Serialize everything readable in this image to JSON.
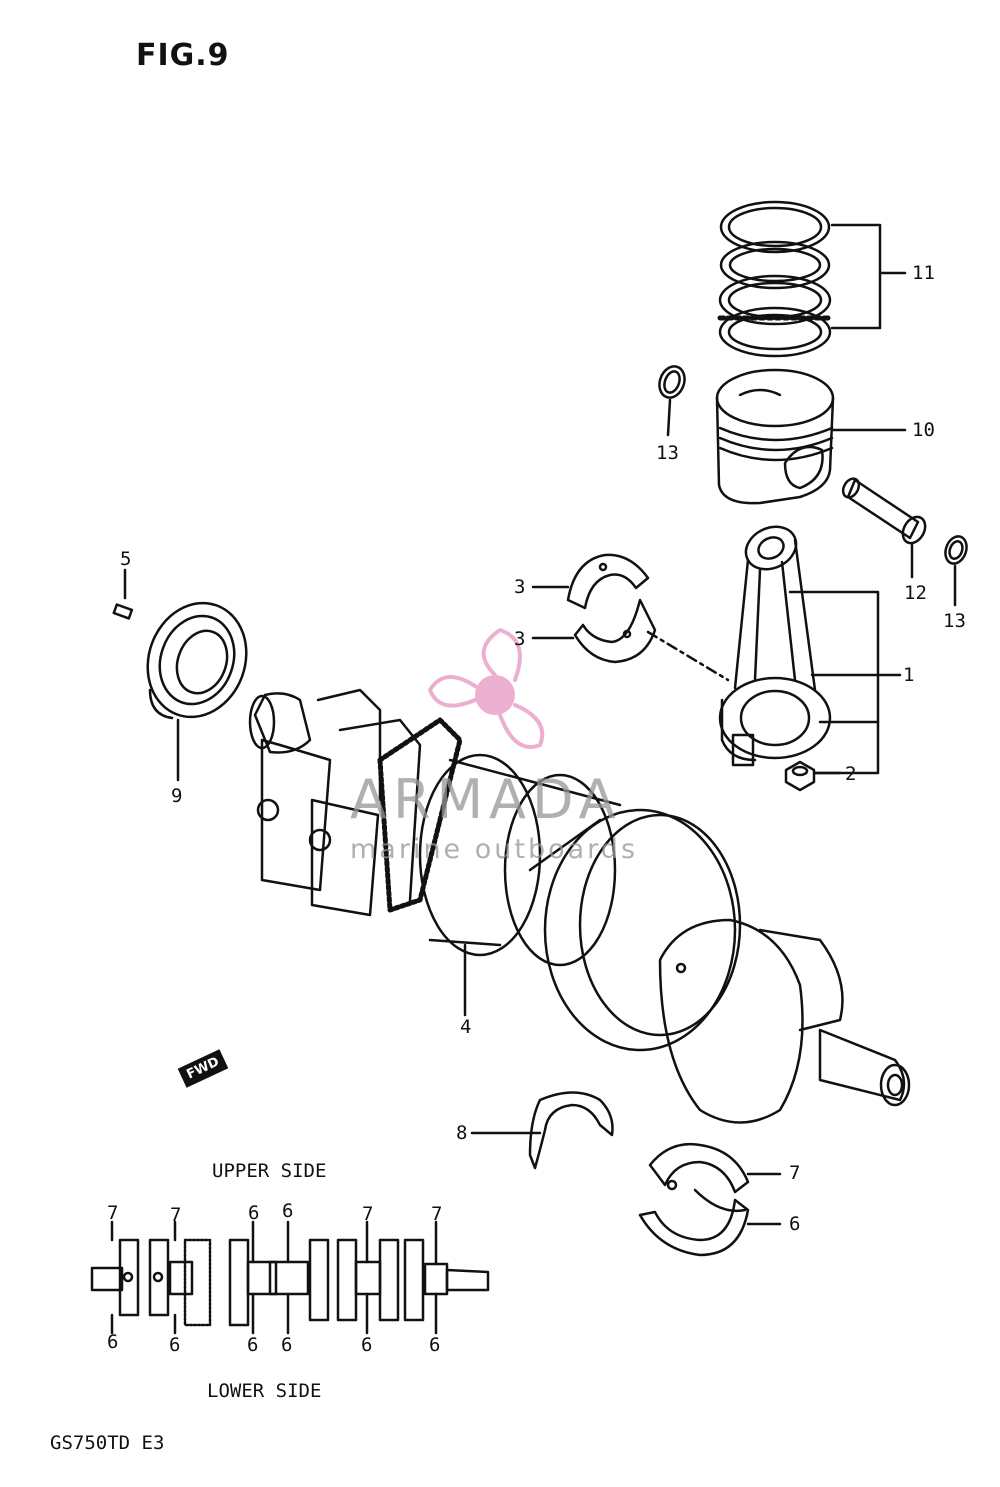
{
  "figure": {
    "title": "FIG.9",
    "model": "GS750TD E3"
  },
  "watermark": {
    "brand": "ARMADA",
    "tagline": "marine outboards",
    "logo_color": "#e8a3c8",
    "text_color": "#969696"
  },
  "direction_marker": "FWD",
  "callouts": [
    {
      "id": "c11",
      "text": "11",
      "part": "piston-ring-set"
    },
    {
      "id": "c10",
      "text": "10",
      "part": "piston"
    },
    {
      "id": "c13a",
      "text": "13",
      "part": "circlip-left"
    },
    {
      "id": "c12",
      "text": "12",
      "part": "piston-pin"
    },
    {
      "id": "c13b",
      "text": "13",
      "part": "circlip-right"
    },
    {
      "id": "c3a",
      "text": "3",
      "part": "conrod-bearing-upper"
    },
    {
      "id": "c3b",
      "text": "3",
      "part": "conrod-bearing-lower"
    },
    {
      "id": "c1",
      "text": "1",
      "part": "connecting-rod"
    },
    {
      "id": "c2",
      "text": "2",
      "part": "conrod-nut"
    },
    {
      "id": "c5",
      "text": "5",
      "part": "pin"
    },
    {
      "id": "c9",
      "text": "9",
      "part": "oil-seal"
    },
    {
      "id": "c4",
      "text": "4",
      "part": "crankshaft"
    },
    {
      "id": "c8",
      "text": "8",
      "part": "thrust-bearing"
    },
    {
      "id": "c7",
      "text": "7",
      "part": "main-bearing-upper"
    },
    {
      "id": "c6",
      "text": "6",
      "part": "main-bearing-lower"
    }
  ],
  "bearing_map": {
    "upper_side_label": "UPPER SIDE",
    "lower_side_label": "LOWER SIDE",
    "upper_numbers": [
      "7",
      "7",
      "6",
      "6",
      "7",
      "7"
    ],
    "lower_numbers": [
      "6",
      "6",
      "6",
      "6",
      "6",
      "6"
    ]
  }
}
